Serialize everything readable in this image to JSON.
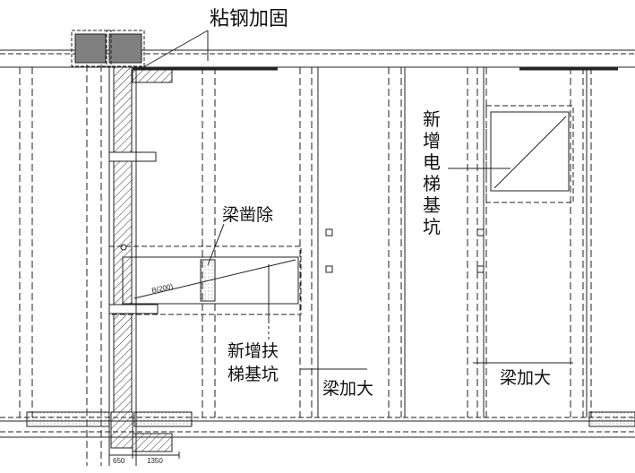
{
  "labels": {
    "steel_bonding": "粘钢加固",
    "beam_chiseled": "梁凿除",
    "new_elevator_pit": [
      "新",
      "增",
      "电",
      "梯",
      "基",
      "坑"
    ],
    "new_escalator_pit_line1": "新增扶",
    "new_escalator_pit_line2": "梯基坑",
    "beam_enlarged_left": "梁加大",
    "beam_enlarged_right": "梁加大"
  },
  "dimensions": {
    "dim_650": "650",
    "dim_1350": "1350",
    "beam_mark": "B(200)"
  },
  "colors": {
    "line": "#222222",
    "column_fill": "#808080",
    "hatch": "#333333"
  }
}
